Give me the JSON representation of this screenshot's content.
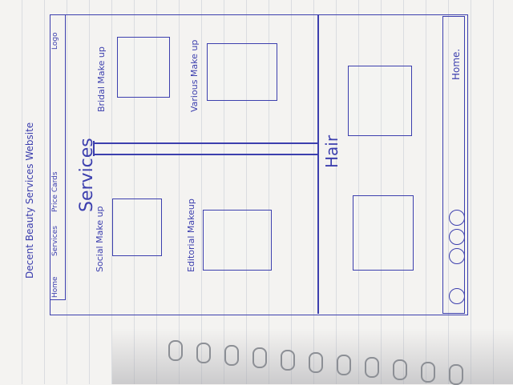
{
  "sketch": {
    "title": "Decent Beauty Services Website",
    "nav": {
      "home": "Home",
      "services": "Services",
      "price_cards": "Price Cards",
      "logo": "Logo"
    },
    "services": {
      "heading": "Services",
      "cards": [
        "Social Make up",
        "Editorial Makeup",
        "Bridal Make up",
        "Various Make up"
      ]
    },
    "hair": {
      "heading": "Hair"
    },
    "footer": {
      "home": "Home."
    }
  }
}
